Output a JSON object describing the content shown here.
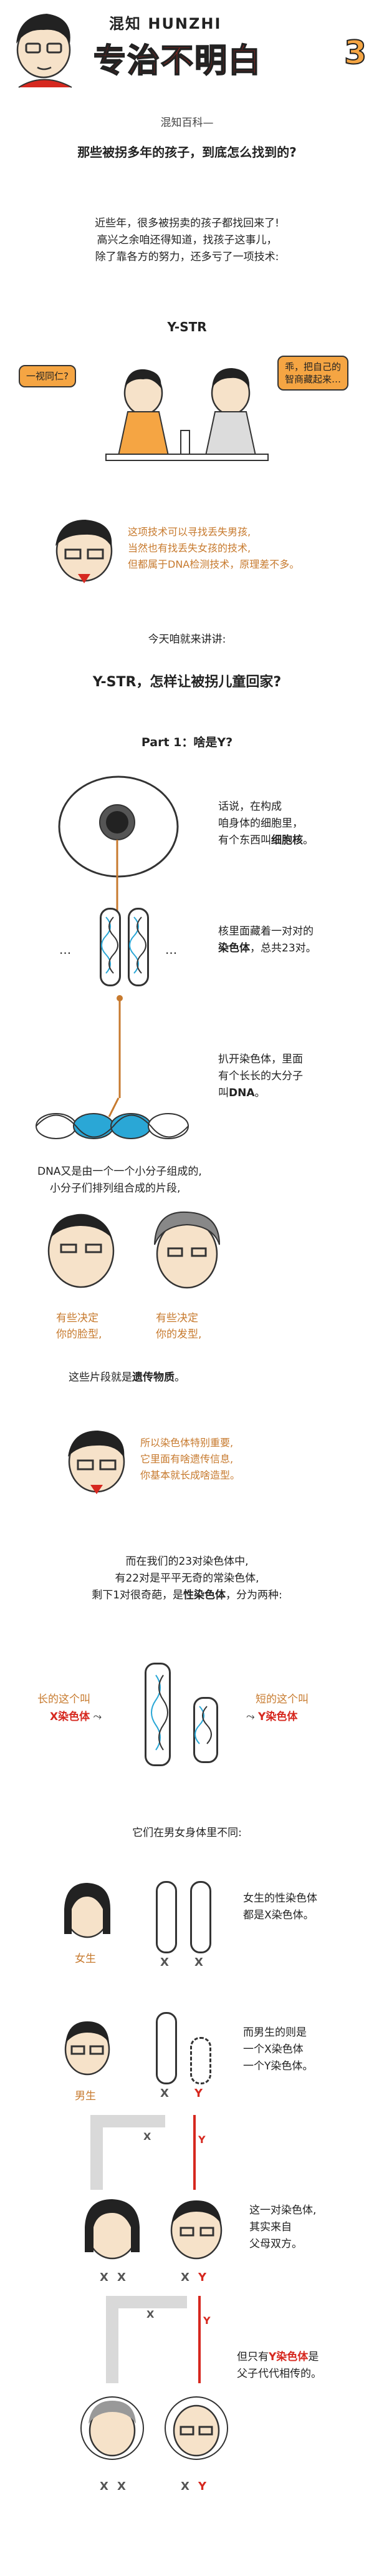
{
  "header": {
    "brand": "混知 HUNZHI",
    "title": "专治不明白",
    "number": "3"
  },
  "article": {
    "series_label": "混知百科—",
    "headline": "那些被拐多年的孩子，到底怎么找到的?",
    "intro": [
      "近些年，很多被拐卖的孩子都找回来了!",
      "高兴之余咱还得知道，找孩子这事儿，",
      "除了靠各方的努力，还多亏了一项技术:"
    ],
    "tech_name": "Y-STR",
    "bubble_left": "一视同仁?",
    "bubble_right": [
      "乖，把自己的",
      "智商藏起来…"
    ],
    "note1": [
      "这项技术可以寻找丢失男孩,",
      "当然也有找丢失女孩的技术,",
      "但都属于DNA检测技术，原理差不多。"
    ],
    "today": "今天咱就来讲讲:",
    "subtitle": "Y-STR，怎样让被拐儿童回家?",
    "part1": "Part 1：啥是Y?"
  },
  "explain": {
    "cell": [
      "话说，在构成",
      "咱身体的细胞里，",
      "有个东西叫"
    ],
    "cell_bold": "细胞核",
    "cell_end": "。",
    "chromo_a": "核里面藏着一对对的",
    "chromo_b_bold": "染色体",
    "chromo_b": "，总共23对。",
    "dna_a": [
      "扒开染色体，里面",
      "有个长长的大分子"
    ],
    "dna_b": "叫",
    "dna_bold": "DNA",
    "dna_end": "。",
    "pieces": [
      "DNA又是由一个一个小分子组成的,",
      "小分子们排列组合成的片段,"
    ],
    "face_label": [
      "有些决定",
      "你的脸型,"
    ],
    "hair_label": [
      "有些决定",
      "你的发型,"
    ],
    "genetic_a": "这些片段就是",
    "genetic_bold": "遗传物质",
    "genetic_end": "。",
    "note2": [
      "所以染色体特别重要,",
      "它里面有啥遗传信息,",
      "你基本就长成啥造型。"
    ],
    "pairs": [
      "而在我们的23对染色体中,",
      "有22对是平平无奇的常染色体,"
    ],
    "sex_a": "剩下1对很奇葩，是",
    "sex_bold": "性染色体",
    "sex_end": "，分为两种:",
    "x_label_top": "长的这个叫",
    "x_label_bold": "X染色体",
    "y_label_top": "短的这个叫",
    "y_label_bold": "Y染色体",
    "diff": "它们在男女身体里不同:",
    "female": "女生",
    "male": "男生",
    "female_desc": [
      "女生的性染色体",
      "都是X染色体。"
    ],
    "male_desc": [
      "而男生的则是",
      "一个X染色体",
      "一个Y染色体。"
    ],
    "parents_desc": [
      "这一对染色体,",
      "其实来自",
      "父母双方。"
    ],
    "only_a": "但只有",
    "only_bold": "Y染色体",
    "only_end": "是",
    "only_b": "父子代代相传的。",
    "letters": {
      "x": "X",
      "y": "Y"
    }
  },
  "colors": {
    "accent": "#f5a543",
    "red": "#d6281f",
    "note": "#c77a2e",
    "dna_blue": "#2aa7d6"
  }
}
